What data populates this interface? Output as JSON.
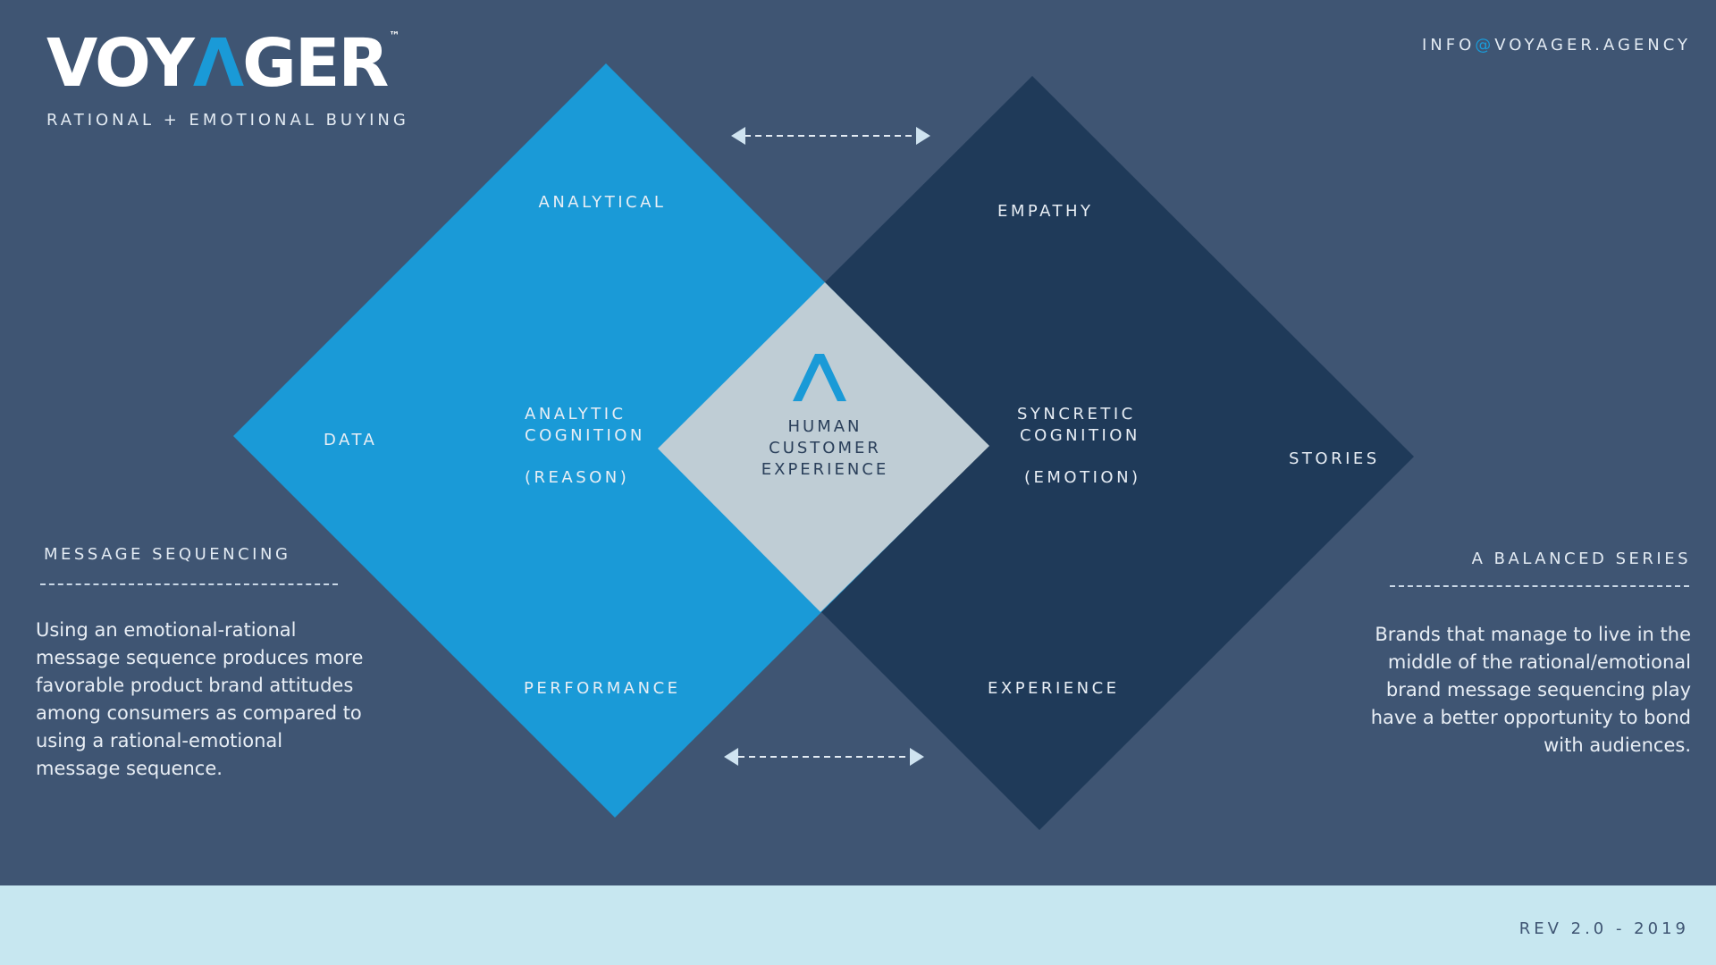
{
  "brand": {
    "logo_pre": "VOY",
    "logo_accent": "Λ",
    "logo_post": "GER",
    "trademark": "™"
  },
  "header": {
    "subtitle": "RATIONAL + EMOTIONAL BUYING",
    "email_user": "INFO",
    "email_at": "@",
    "email_domain": "VOYAGER.AGENCY"
  },
  "diagram": {
    "left": {
      "top": "ANALYTICAL",
      "outer": "DATA",
      "bottom": "PERFORMANCE",
      "inner_line1": "ANALYTIC",
      "inner_line2": "COGNITION",
      "inner_line3": "(REASON)"
    },
    "right": {
      "top": "EMPATHY",
      "outer": "STORIES",
      "bottom": "EXPERIENCE",
      "inner_line1": "SYNCRETIC",
      "inner_line2": "COGNITION",
      "inner_line3": "(EMOTION)"
    },
    "center": {
      "line1": "HUMAN",
      "line2": "CUSTOMER",
      "line3": "EXPERIENCE"
    },
    "colors": {
      "left": "#1a9ad7",
      "right": "#1f3a59",
      "center": "#bfcdd5",
      "bg": "#3f5573"
    }
  },
  "left_panel": {
    "heading": "MESSAGE SEQUENCING",
    "lines": [
      "Using an emotional-rational",
      "message sequence produces more",
      "favorable product brand attitudes",
      "among consumers as compared to",
      "using a rational-emotional",
      "message sequence."
    ]
  },
  "right_panel": {
    "heading": "A BALANCED SERIES",
    "lines": [
      "Brands that manage to live in the",
      "middle of the rational/emotional",
      "brand message sequencing play",
      "have a better opportunity to bond",
      "with audiences."
    ]
  },
  "footer": {
    "revision": "REV 2.0 - 2019"
  }
}
